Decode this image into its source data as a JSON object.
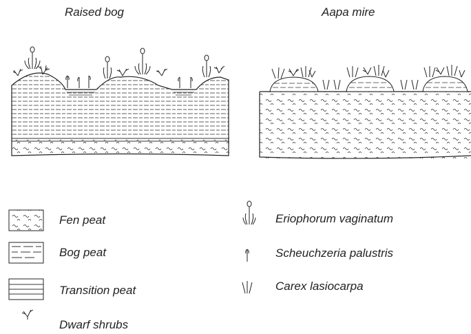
{
  "diagrams": {
    "left_title": "Raised bog",
    "right_title": "Aapa mire"
  },
  "legend": {
    "fen_peat": "Fen peat",
    "bog_peat": "Bog peat",
    "transition_peat": "Transition peat",
    "dwarf_shrubs": "Dwarf shrubs",
    "eriophorum": "Eriophorum vaginatum",
    "scheuchzeria": "Scheuchzeria palustris",
    "carex": "Carex lasiocarpa"
  }
}
